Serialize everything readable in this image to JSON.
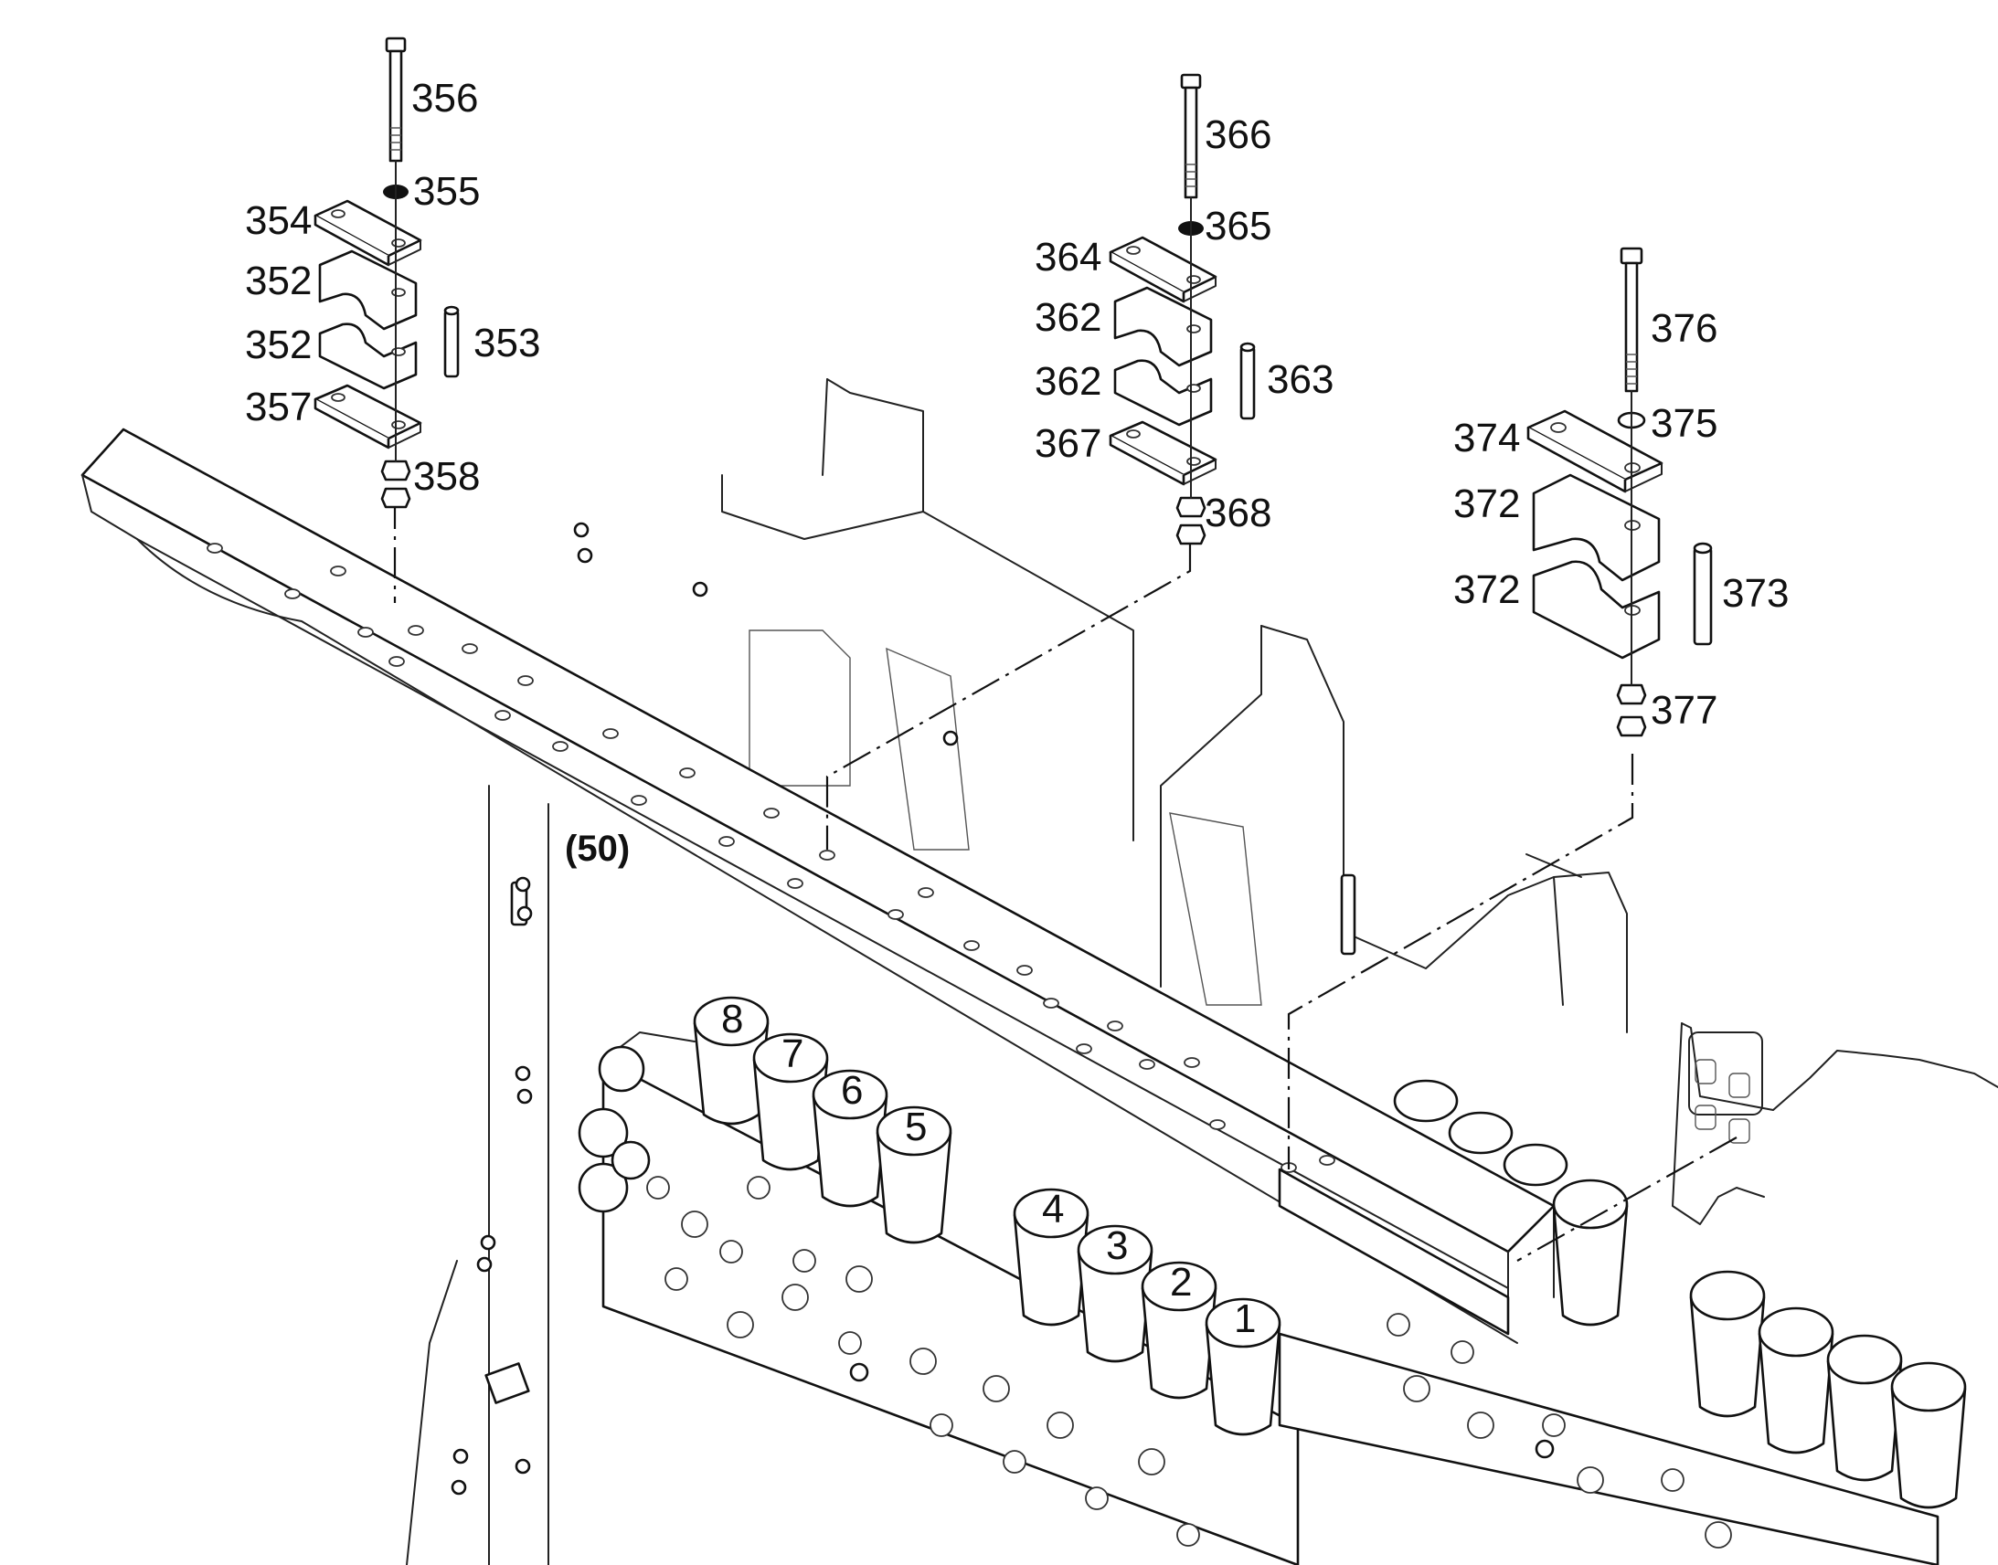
{
  "diagram": {
    "assembly_ref": "(50)",
    "callouts": {
      "c356": "356",
      "c355": "355",
      "c354": "354",
      "c352a": "352",
      "c352b": "352",
      "c353": "353",
      "c357": "357",
      "c358": "358",
      "c366": "366",
      "c365": "365",
      "c364": "364",
      "c362a": "362",
      "c362b": "362",
      "c363": "363",
      "c367": "367",
      "c368": "368",
      "c376": "376",
      "c375": "375",
      "c374": "374",
      "c372a": "372",
      "c372b": "372",
      "c373": "373",
      "c377": "377"
    },
    "valve_labels": [
      "1",
      "2",
      "3",
      "4",
      "5",
      "6",
      "7",
      "8"
    ]
  }
}
